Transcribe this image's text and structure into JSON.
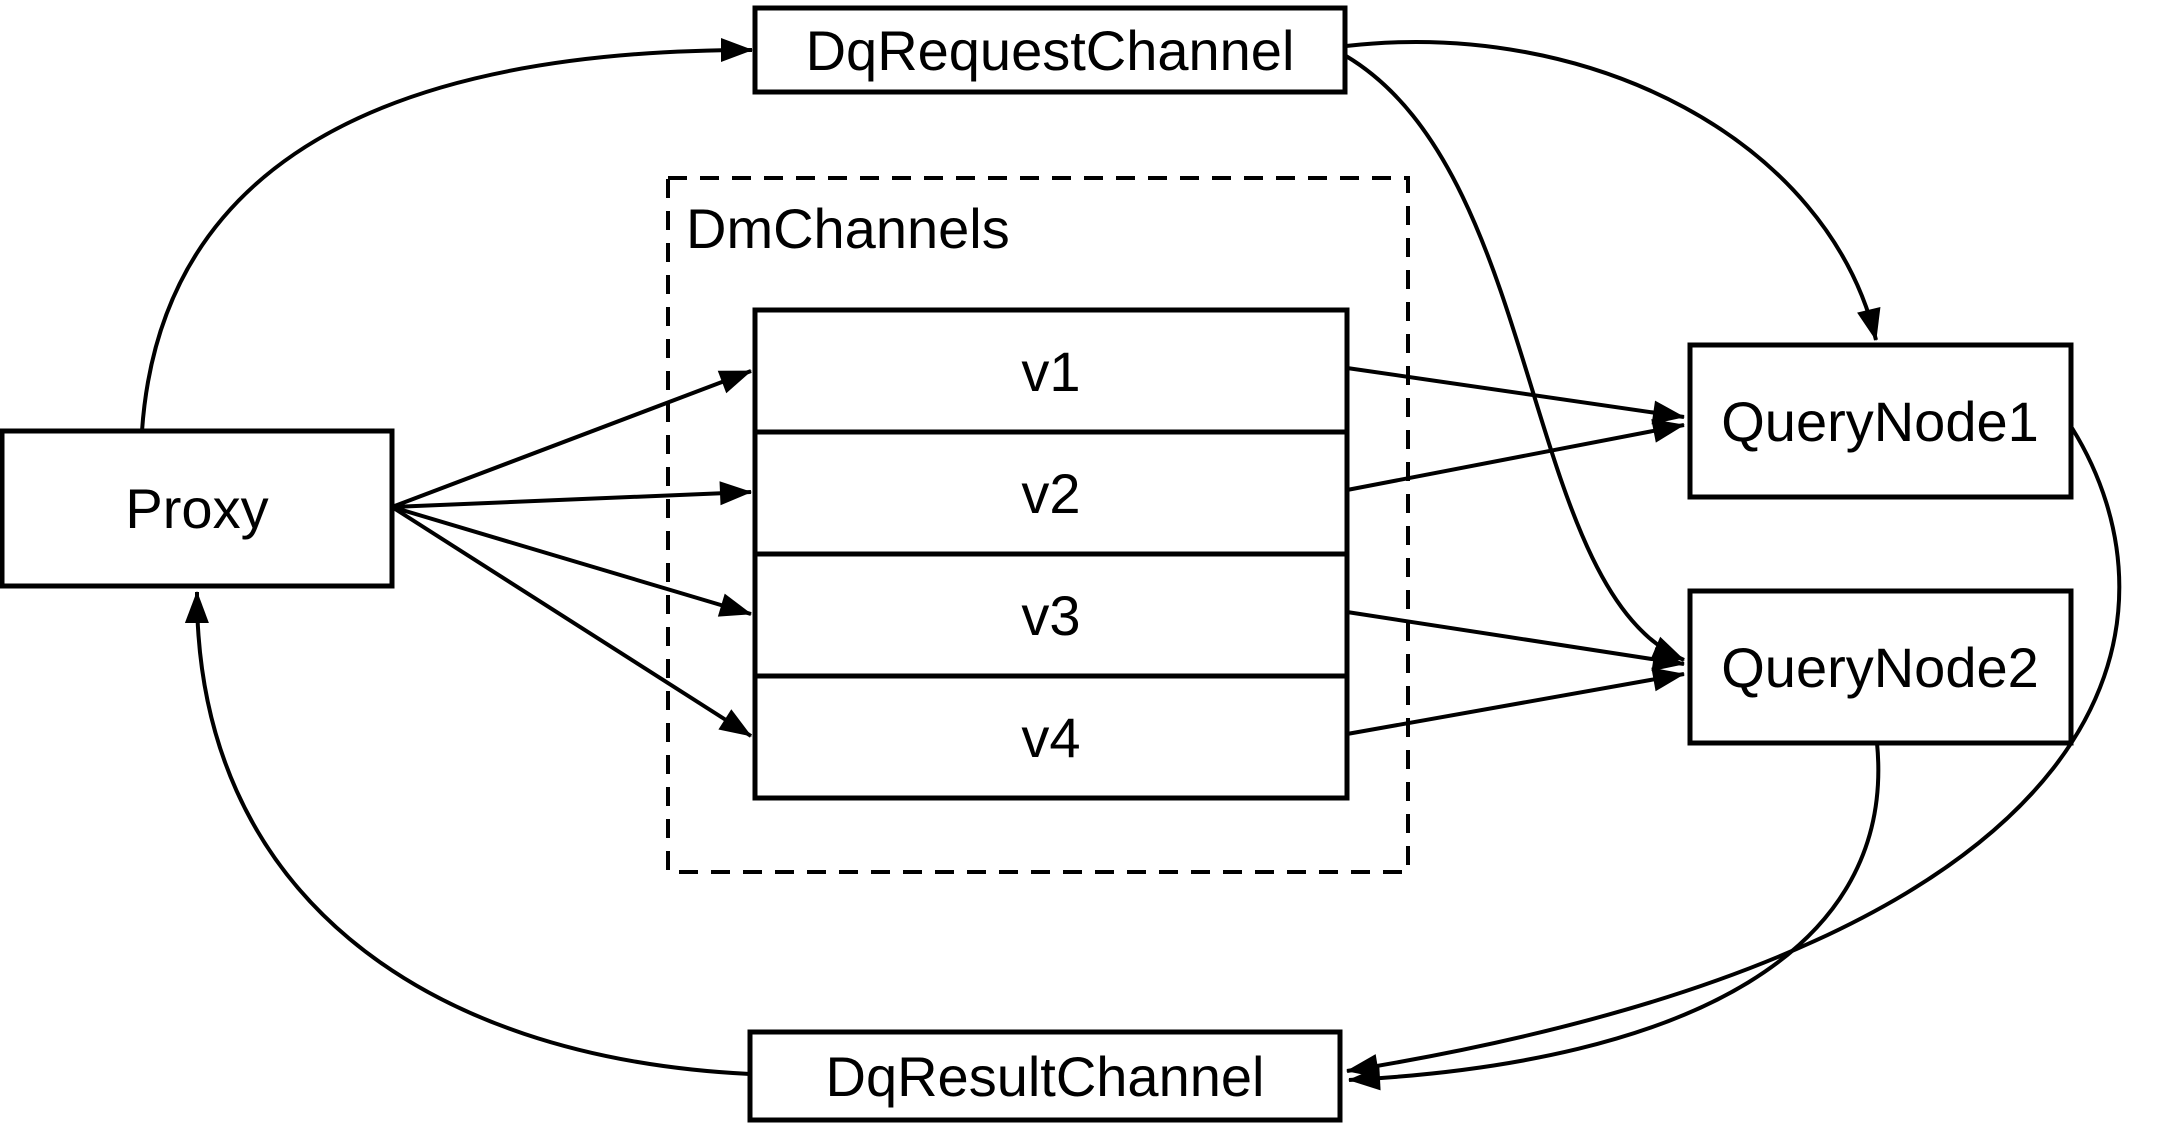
{
  "diagram": {
    "colors": {
      "ink": "#000000",
      "background": "#ffffff"
    },
    "nodes": {
      "proxy": {
        "label": "Proxy"
      },
      "dq_request_channel": {
        "label": "DqRequestChannel"
      },
      "dq_result_channel": {
        "label": "DqResultChannel"
      },
      "query_node_1": {
        "label": "QueryNode1"
      },
      "query_node_2": {
        "label": "QueryNode2"
      },
      "dm_channels": {
        "label": "DmChannels",
        "rows": [
          "v1",
          "v2",
          "v3",
          "v4"
        ]
      }
    },
    "edges": [
      {
        "from": "Proxy",
        "to": "DqRequestChannel"
      },
      {
        "from": "Proxy",
        "to": "v1"
      },
      {
        "from": "Proxy",
        "to": "v2"
      },
      {
        "from": "Proxy",
        "to": "v3"
      },
      {
        "from": "Proxy",
        "to": "v4"
      },
      {
        "from": "v1",
        "to": "QueryNode1"
      },
      {
        "from": "v2",
        "to": "QueryNode1"
      },
      {
        "from": "v3",
        "to": "QueryNode2"
      },
      {
        "from": "v4",
        "to": "QueryNode2"
      },
      {
        "from": "DqRequestChannel",
        "to": "QueryNode1"
      },
      {
        "from": "DqRequestChannel",
        "to": "QueryNode2"
      },
      {
        "from": "QueryNode1",
        "to": "DqResultChannel"
      },
      {
        "from": "QueryNode2",
        "to": "DqResultChannel"
      },
      {
        "from": "DqResultChannel",
        "to": "Proxy"
      }
    ]
  }
}
